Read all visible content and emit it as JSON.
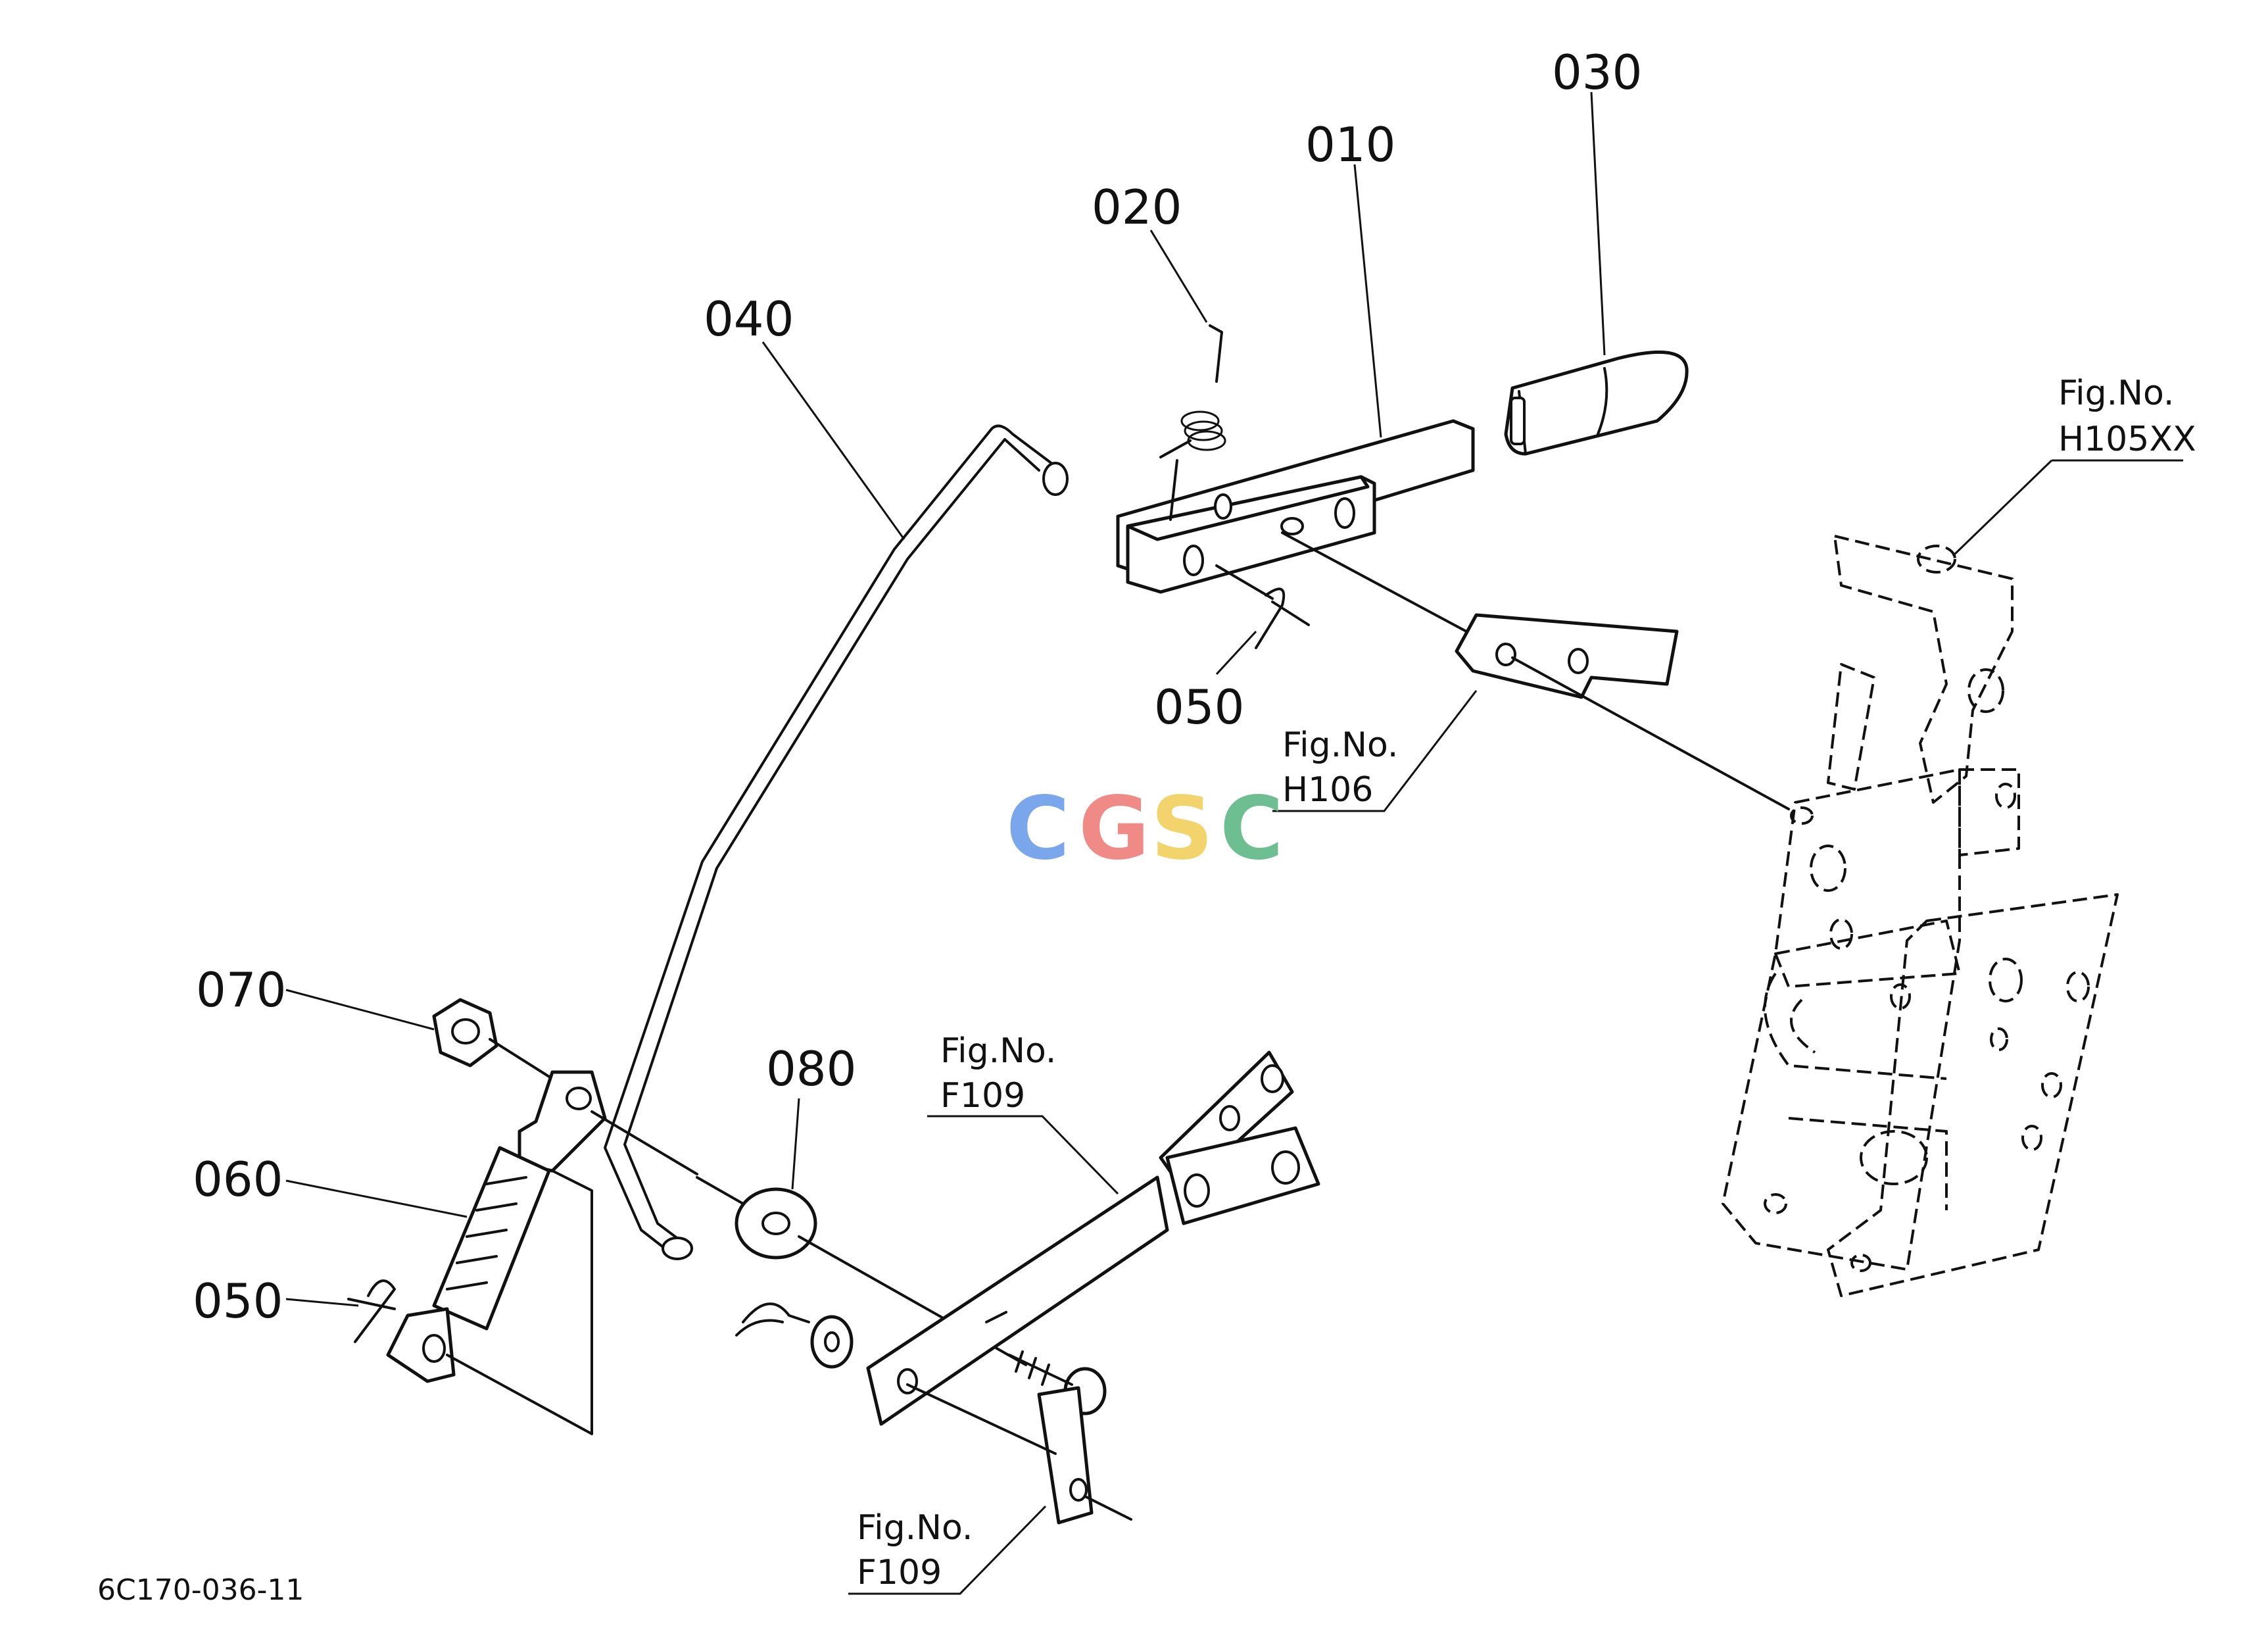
{
  "watermark": {
    "letters": [
      "C",
      "G",
      "S",
      "C"
    ],
    "colors": [
      "#7aa7ec",
      "#ef8a86",
      "#f3d36c",
      "#6dbf92"
    ]
  },
  "part_numbers": {
    "p030": "030",
    "p010": "010",
    "p020": "020",
    "p040": "040",
    "p050_top": "050",
    "p070": "070",
    "p080": "080",
    "p060": "060",
    "p050_left": "050"
  },
  "figure_refs": {
    "h105xx": {
      "line1": "Fig.No.",
      "line2": "H105XX"
    },
    "h106": {
      "line1": "Fig.No.",
      "line2": "H106"
    },
    "f109_mid": {
      "line1": "Fig.No.",
      "line2": "F109"
    },
    "f109_bottom": {
      "line1": "Fig.No.",
      "line2": "F109"
    }
  },
  "drawing_code": "6C170-036-11"
}
